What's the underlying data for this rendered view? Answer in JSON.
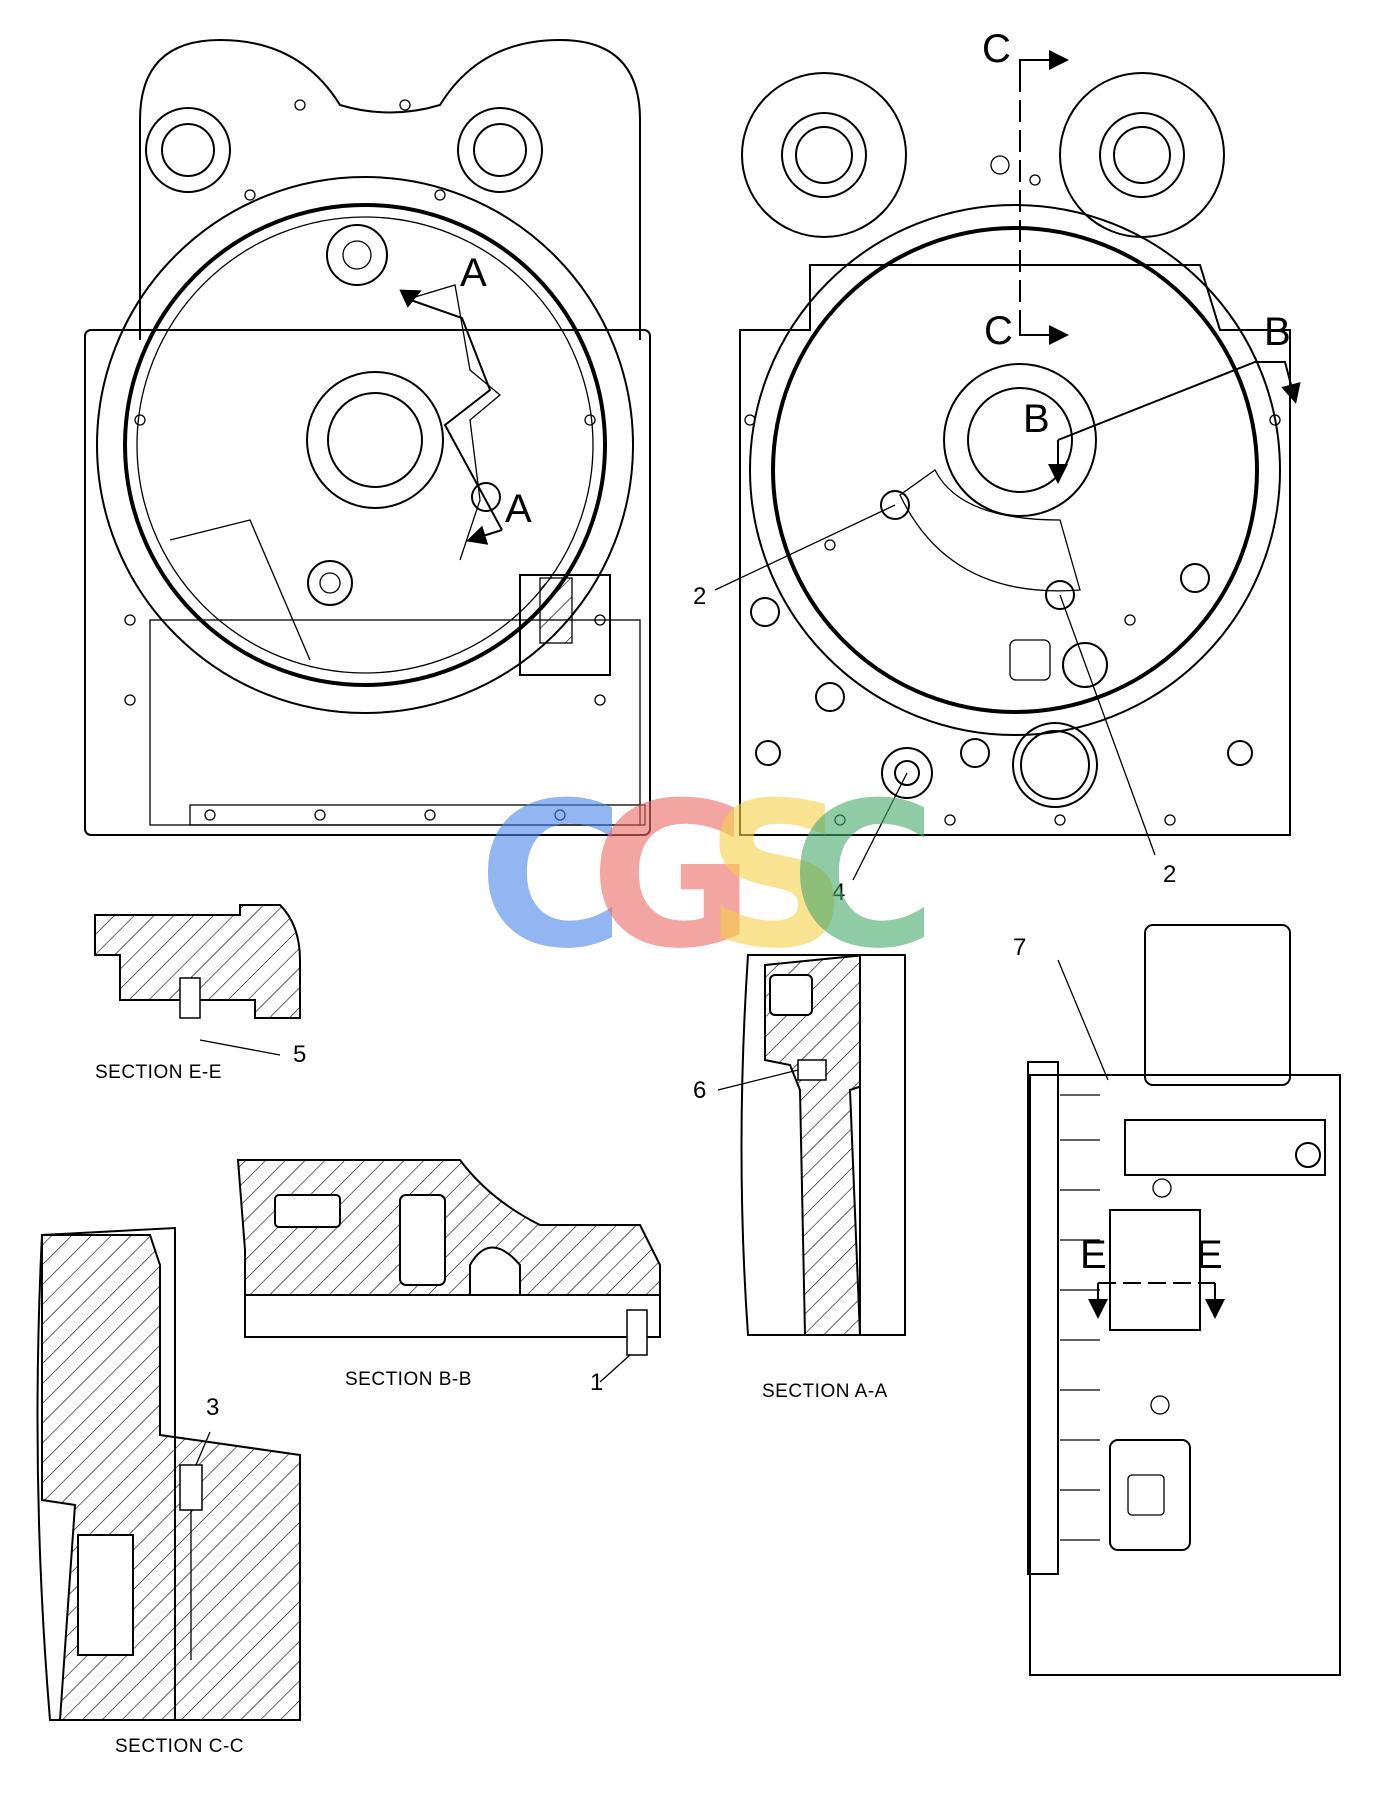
{
  "section_letters": {
    "c_top": "C",
    "c_bottom": "C",
    "a_top": "A",
    "a_bottom": "A",
    "b_right": "B",
    "b_center": "B",
    "e_left": "E",
    "e_right": "E"
  },
  "callouts": {
    "c1": "1",
    "c2a": "2",
    "c2b": "2",
    "c3": "3",
    "c4": "4",
    "c5": "5",
    "c6": "6",
    "c7": "7"
  },
  "captions": {
    "ee": "SECTION E-E",
    "bb": "SECTION B-B",
    "aa": "SECTION A-A",
    "cc": "SECTION C-C"
  },
  "watermark": {
    "letters": [
      "C",
      "G",
      "S",
      "C"
    ],
    "colors": [
      "#4a86e8",
      "#ea6b63",
      "#f6cf47",
      "#46a96b"
    ]
  }
}
